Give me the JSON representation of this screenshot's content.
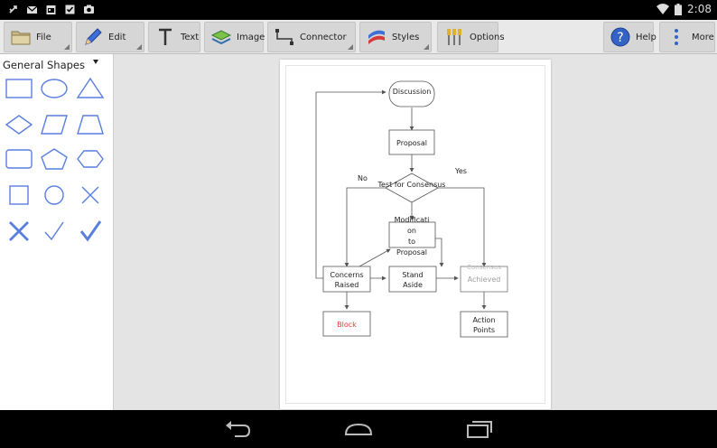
{
  "status_bar": {
    "time": "2:08",
    "notification_icons": [
      "usb-icon",
      "mail-icon",
      "calendar-icon",
      "check-icon",
      "camera-icon"
    ],
    "system_icons": [
      "wifi-icon",
      "battery-icon"
    ]
  },
  "toolbar": {
    "buttons": [
      {
        "label": "File",
        "icon": "folder-icon"
      },
      {
        "label": "Edit",
        "icon": "pencil-icon"
      },
      {
        "label": "Text",
        "icon": "text-icon"
      },
      {
        "label": "Image",
        "icon": "image-icon"
      },
      {
        "label": "Connector",
        "icon": "connector-icon"
      },
      {
        "label": "Styles",
        "icon": "styles-icon"
      },
      {
        "label": "Options",
        "icon": "options-icon"
      },
      {
        "label": "Help",
        "icon": "help-icon"
      },
      {
        "label": "More",
        "icon": "more-icon"
      }
    ]
  },
  "sidebar": {
    "title": "General Shapes",
    "shapes": [
      "rectangle",
      "ellipse",
      "triangle",
      "diamond",
      "parallelogram",
      "trapezoid",
      "rounded-rectangle",
      "pentagon",
      "hexagon",
      "square",
      "circle",
      "thin-cross",
      "cross",
      "thin-check",
      "check"
    ]
  },
  "diagram": {
    "nodes": {
      "discussion": "Discussion",
      "proposal": "Proposal",
      "test": "Test for Consensus",
      "modification": [
        "Modificati",
        "on",
        "to",
        "Proposal"
      ],
      "concerns": [
        "Concerns",
        "Raised"
      ],
      "stand_aside": [
        "Stand",
        "Aside"
      ],
      "achieved": "Achieved",
      "achieved_top": "Consensus",
      "block": "Block",
      "action_points": [
        "Action",
        "Points"
      ]
    },
    "edge_labels": {
      "no": "No",
      "yes": "Yes"
    },
    "colors": {
      "block_text": "#e53935",
      "achieved_text": "#9e9e9e",
      "stroke": "#555555"
    }
  },
  "nav_bar": {
    "buttons": [
      "back-icon",
      "home-icon",
      "recents-icon"
    ]
  }
}
